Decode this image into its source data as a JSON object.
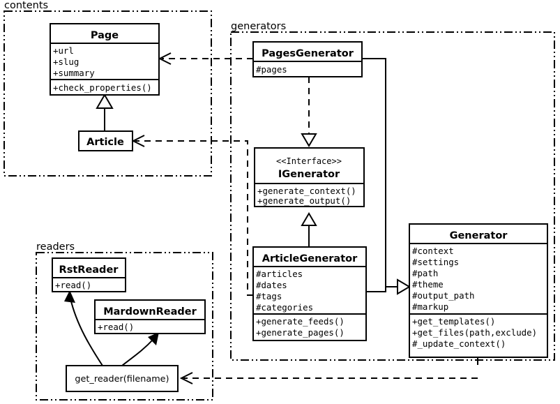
{
  "diagram": {
    "kind": "uml-class-diagram",
    "background": "#ffffff",
    "line_color": "#000000"
  },
  "packages": [
    {
      "id": "contents",
      "label": "contents"
    },
    {
      "id": "generators",
      "label": "generators"
    },
    {
      "id": "readers",
      "label": "readers"
    }
  ],
  "classes": {
    "page": {
      "name": "Page",
      "attributes": [
        "+url",
        "+slug",
        "+summary"
      ],
      "methods": [
        "+check_properties()"
      ]
    },
    "article": {
      "name": "Article",
      "attributes": [],
      "methods": []
    },
    "pages_generator": {
      "name": "PagesGenerator",
      "attributes": [
        "#pages"
      ],
      "methods": []
    },
    "igenerator": {
      "stereotype": "<<Interface>>",
      "name": "IGenerator",
      "attributes": [],
      "methods": [
        "+generate_context()",
        "+generate_output()"
      ]
    },
    "article_generator": {
      "name": "ArticleGenerator",
      "attributes": [
        "#articles",
        "#dates",
        "#tags",
        "#categories"
      ],
      "methods": [
        "+generate_feeds()",
        "+generate_pages()"
      ]
    },
    "generator": {
      "name": "Generator",
      "attributes": [
        "#context",
        "#settings",
        "#path",
        "#theme",
        "#output_path",
        "#markup"
      ],
      "methods": [
        "+get_templates()",
        "+get_files(path,exclude)",
        "#_update_context()"
      ]
    },
    "rst_reader": {
      "name": "RstReader",
      "attributes": [],
      "methods": [
        "+read()"
      ]
    },
    "mardown_reader": {
      "name": "MardownReader",
      "attributes": [],
      "methods": [
        "+read()"
      ]
    },
    "get_reader": {
      "name": "get_reader(filename)"
    }
  },
  "relationships": [
    {
      "from": "article",
      "to": "page",
      "type": "generalization"
    },
    {
      "from": "article_generator",
      "to": "igenerator",
      "type": "generalization"
    },
    {
      "from": "pages_generator",
      "to": "igenerator",
      "type": "realization"
    },
    {
      "from": "pages_generator",
      "to": "generator",
      "type": "generalization"
    },
    {
      "from": "article_generator",
      "to": "generator",
      "type": "generalization"
    },
    {
      "from": "pages_generator",
      "to": "page",
      "type": "dependency"
    },
    {
      "from": "article_generator",
      "to": "article",
      "type": "dependency"
    },
    {
      "from": "generator",
      "to": "get_reader",
      "type": "dependency"
    },
    {
      "from": "get_reader",
      "to": "rst_reader",
      "type": "creates"
    },
    {
      "from": "get_reader",
      "to": "mardown_reader",
      "type": "creates"
    }
  ]
}
